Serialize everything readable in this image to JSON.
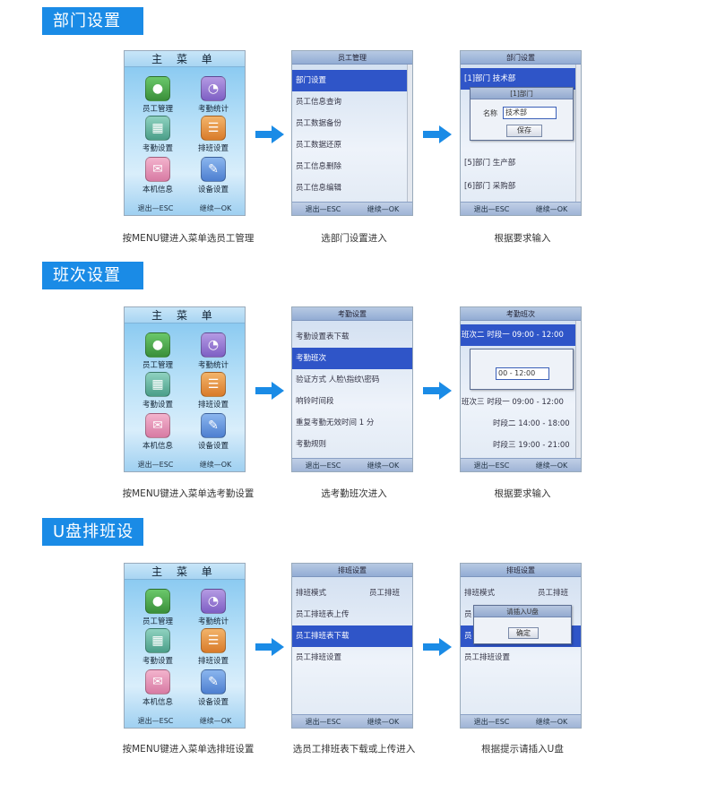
{
  "sections": [
    {
      "title": "部门设置",
      "captions": [
        "按MENU键进入菜单选员工管理",
        "选部门设置进入",
        "根据要求输入"
      ]
    },
    {
      "title": "班次设置",
      "captions": [
        "按MENU键进入菜单选考勤设置",
        "选考勤班次进入",
        "根据要求输入"
      ]
    },
    {
      "title": "U盘排班设置",
      "captions": [
        "按MENU键进入菜单选排班设置",
        "选员工排班表下载或上传进入",
        "根据提示请插入U盘"
      ]
    }
  ],
  "main_menu": {
    "title": "主 菜 单",
    "items": [
      "员工管理",
      "考勤统计",
      "考勤设置",
      "排班设置",
      "本机信息",
      "设备设置"
    ],
    "footer_esc": "退出—ESC",
    "footer_ok": "继续—OK"
  },
  "s1": {
    "list_title": "员工管理",
    "list_items": [
      "部门设置",
      "员工信息查询",
      "员工数据备份",
      "员工数据还原",
      "员工信息删除",
      "员工信息编辑"
    ],
    "dept_title": "部门设置",
    "dept_rows": [
      "[1]部门 技术部",
      "[5]部门 生产部",
      "[6]部门 采购部"
    ],
    "dlg_title": "[1]部门",
    "dlg_label": "名称",
    "dlg_value": "技术部",
    "dlg_btn": "保存"
  },
  "s2": {
    "list_title": "考勤设置",
    "list_items": [
      "考勤设置表下载",
      "考勤班次",
      "验证方式  人脸\\指纹\\密码",
      "响铃时间段",
      "重复考勤无效时间 1 分",
      "考勤规则"
    ],
    "shift_title": "考勤班次",
    "shift_rows": [
      "班次二 时段一 09:00 - 12:00",
      "班次三 时段一  09:00 - 12:00",
      "时段二  14:00 - 18:00",
      "时段三  19:00 - 21:00"
    ],
    "edit_value": "00 - 12:00"
  },
  "s3": {
    "list_title": "排班设置",
    "mode_label": "排班模式",
    "mode_value": "员工排班",
    "list_items": [
      "员工排班表上传",
      "员工排班表下载",
      "员工排班设置"
    ],
    "partial_a": "员",
    "partial_b": "员",
    "partial_c": "员工排班设置",
    "dlg_title": "请插入U盘",
    "dlg_btn": "确定"
  },
  "footer_esc": "退出—ESC",
  "footer_ok": "继续—OK",
  "colors": {
    "accent": "#1a8be6",
    "highlight": "#2f55c8"
  }
}
